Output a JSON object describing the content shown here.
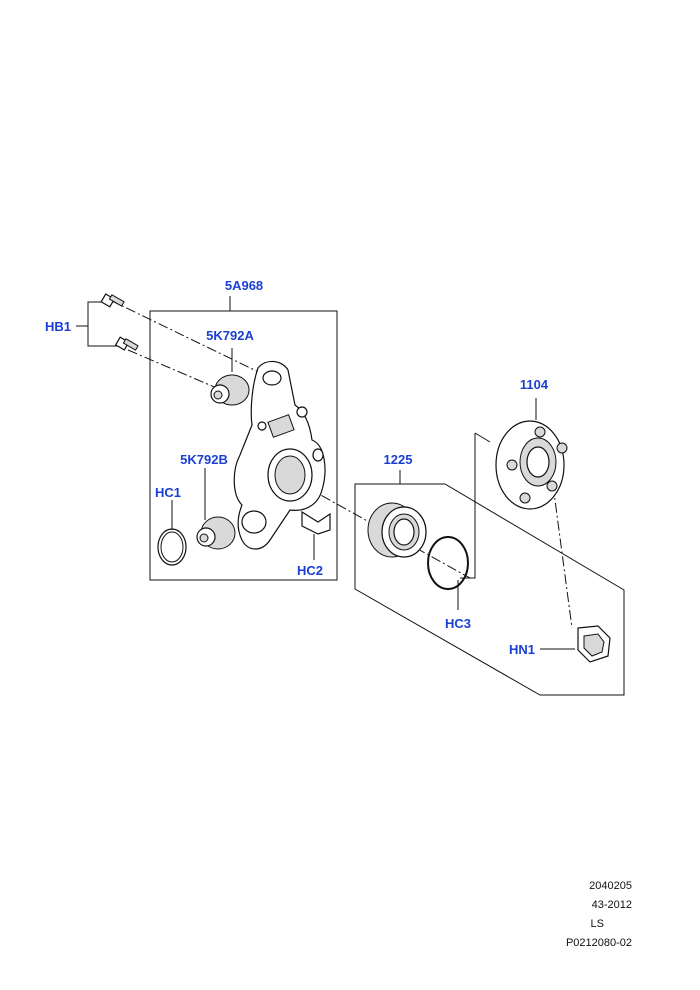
{
  "callouts": {
    "knuckle": "5A968",
    "bushing_upper": "5K792A",
    "bushing_lower": "5K792B",
    "bolts": "HB1",
    "ring": "HC1",
    "clip": "HC2",
    "bearing": "1225",
    "circlip": "HC3",
    "hub": "1104",
    "nut": "HN1"
  },
  "footer": {
    "line1": "2040205",
    "line2": "43-2012",
    "line3": "LS",
    "line4": "P0212080-02"
  },
  "colors": {
    "callout": "#1a3fd1",
    "line": "#111111",
    "shade": "#d9d9d9"
  }
}
